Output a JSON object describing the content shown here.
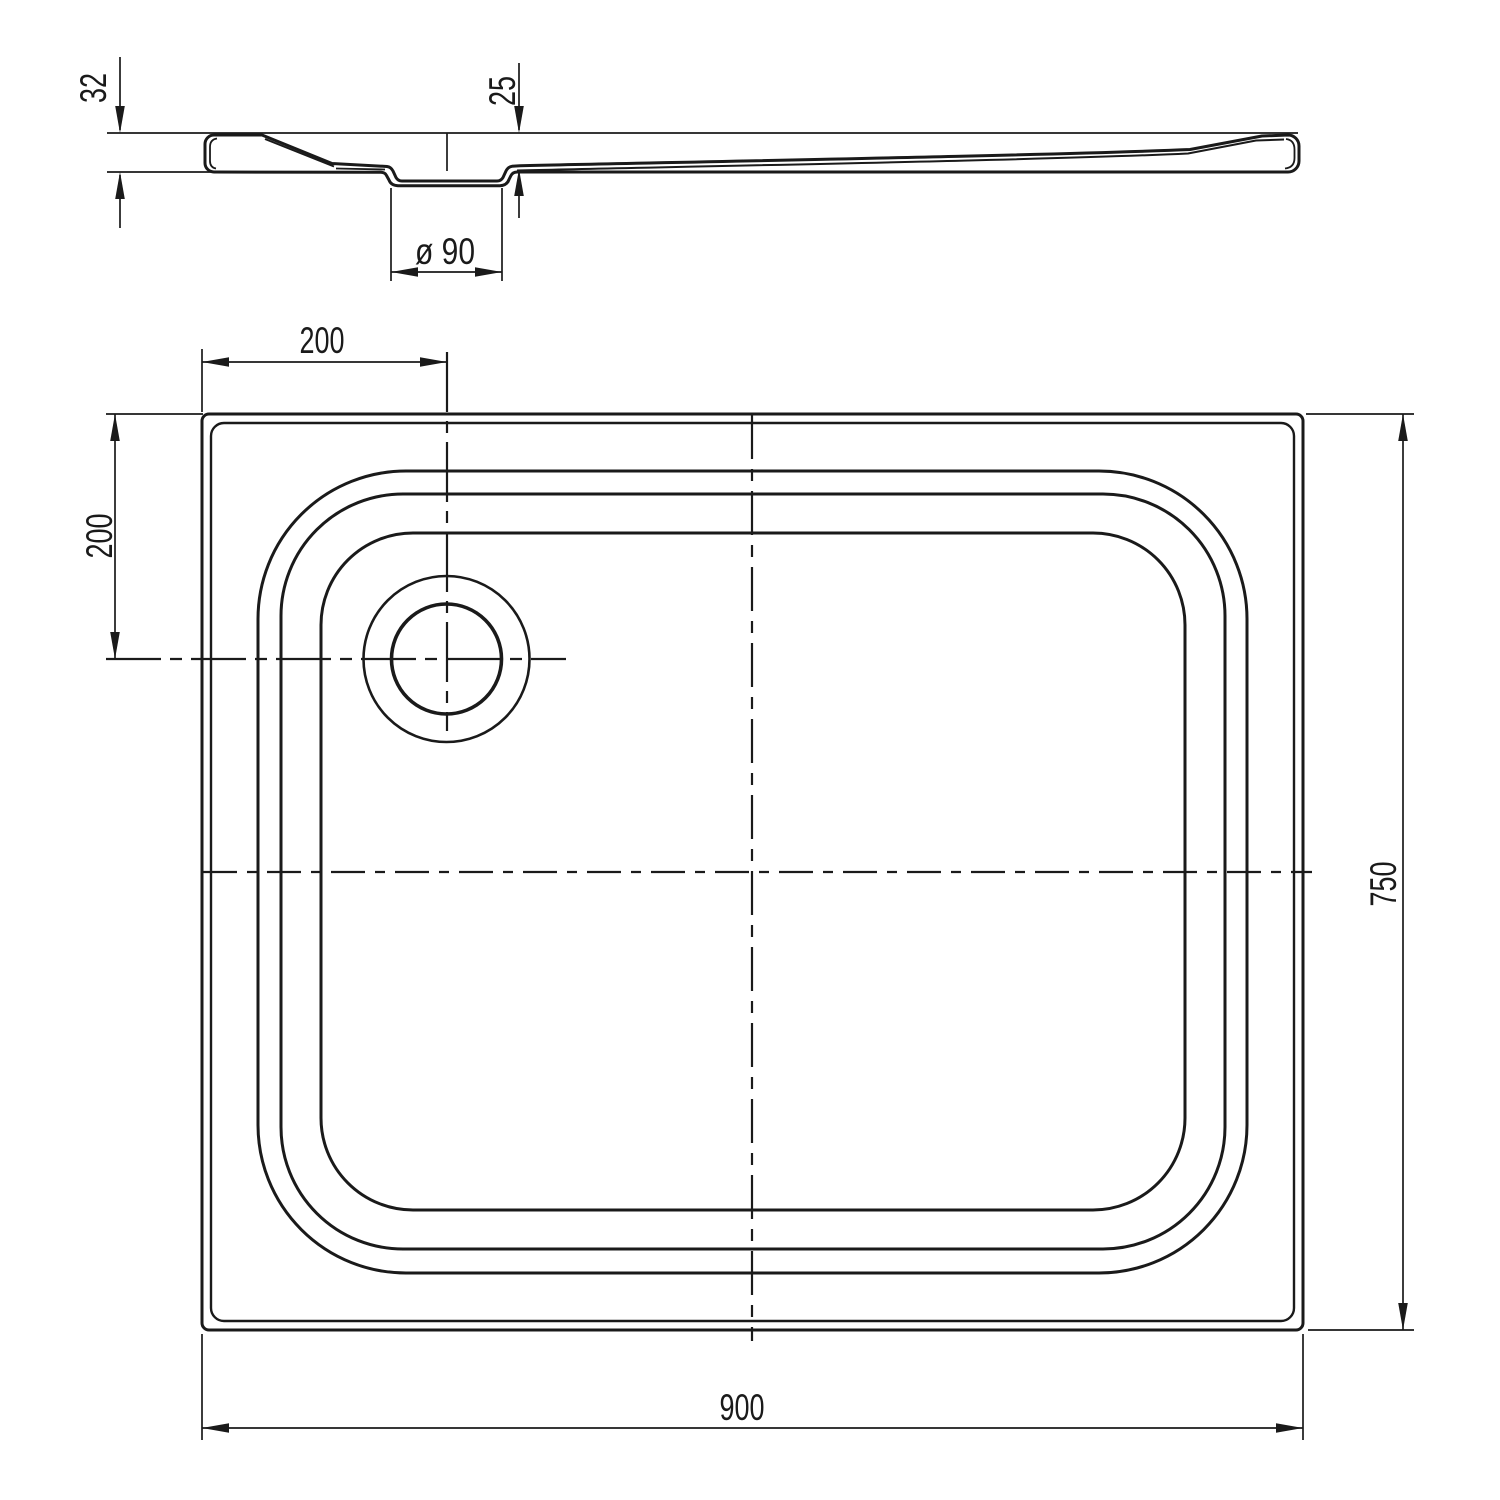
{
  "colors": {
    "line": "#1a1a1a",
    "background": "#ffffff"
  },
  "section_view": {
    "rim_height_label": "32",
    "floor_depth_label": "25",
    "drain_recess_diameter_label": "ø 90"
  },
  "plan_view": {
    "drain_offset_horizontal_label": "200",
    "drain_offset_vertical_label": "200",
    "overall_width_label": "900",
    "overall_depth_label": "750"
  }
}
